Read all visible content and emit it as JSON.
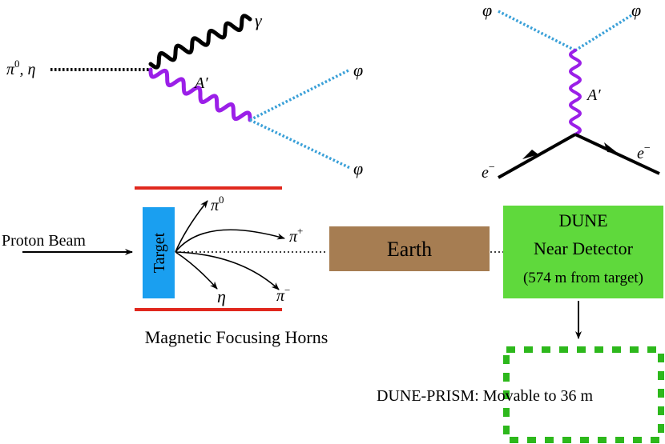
{
  "feynman_left": {
    "initial": "π",
    "initial_sup": "0",
    "initial_rest": ", η",
    "photon": "γ",
    "mediator": "A′",
    "out_top": "φ",
    "out_bottom": "φ"
  },
  "feynman_right": {
    "in_left": "φ",
    "out_right": "φ",
    "mediator": "A′",
    "electron_in": "e",
    "electron_in_sup": "−",
    "electron_out": "e",
    "electron_out_sup": "−"
  },
  "beamline": {
    "beam_label": "Proton Beam",
    "target_label": "Target",
    "horns_label": "Magnetic Focusing Horns",
    "products": [
      {
        "sym": "π",
        "sup": "0"
      },
      {
        "sym": "π",
        "sup": "+"
      },
      {
        "sym": "η",
        "sup": ""
      },
      {
        "sym": "π",
        "sup": "−"
      }
    ],
    "earth_label": "Earth",
    "detector_line1": "DUNE",
    "detector_line2": "Near Detector",
    "detector_line3": "(574 m from target)",
    "prism_label": "DUNE-PRISM: Movable to 36 m"
  },
  "colors": {
    "photon": "#000000",
    "mediator": "#9b1fe8",
    "dark_scalar": "#3aa0d8",
    "horn": "#e0281e",
    "target": "#1a9ff0",
    "earth": "#a67d52",
    "detector": "#5fd93c",
    "prism": "#2db81c"
  }
}
